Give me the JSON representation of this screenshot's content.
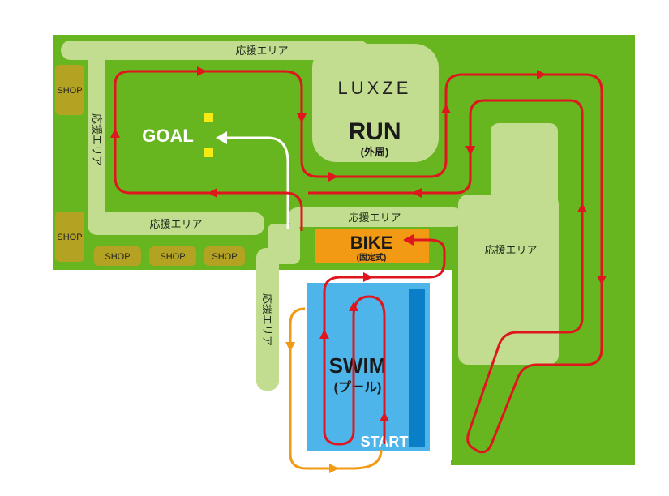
{
  "colors": {
    "field": "#67b61f",
    "path": "#c2dd8f",
    "shop": "#b4a322",
    "pool": "#4eb5ea",
    "pool_lane": "#0a7fc7",
    "bike": "#f29a14",
    "run_route": "#e0161f",
    "transition": "#f29a14",
    "goal_marker": "#f5ea14",
    "goal_arrow": "#ffffff"
  },
  "labels": {
    "cheer_top": "応援エリア",
    "cheer_left_vertical": "応援エリア",
    "cheer_mid_left": "応援エリア",
    "cheer_mid_center": "応援エリア",
    "cheer_right": "応援エリア",
    "cheer_lower_vertical": "応援エリア"
  },
  "shops": {
    "left_upper": "SHOP",
    "left_lower": "SHOP",
    "bottom_1": "SHOP",
    "bottom_2": "SHOP",
    "bottom_3": "SHOP"
  },
  "logo": {
    "text": "LUXZE"
  },
  "run": {
    "title": "RUN",
    "subtitle": "(外周)"
  },
  "goal": {
    "title": "GOAL"
  },
  "bike": {
    "title": "BIKE",
    "subtitle": "(固定式)"
  },
  "swim": {
    "title": "SWIM",
    "subtitle": "(プール)"
  },
  "start": {
    "title": "START"
  }
}
